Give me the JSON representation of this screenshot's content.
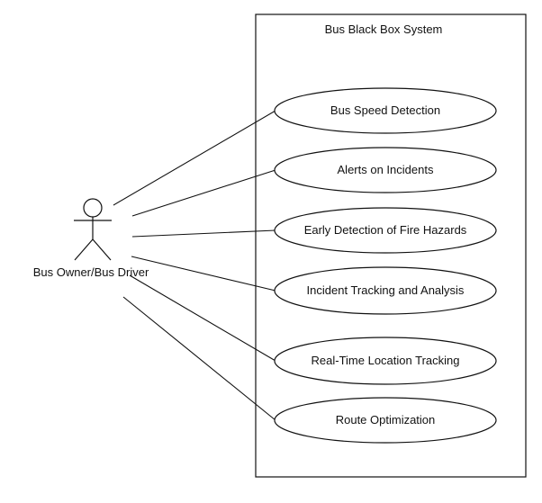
{
  "system": {
    "title": "Bus Black Box System"
  },
  "actor": {
    "name": "Bus Owner/Bus Driver"
  },
  "use_cases": [
    {
      "label": "Bus Speed Detection"
    },
    {
      "label": "Alerts on Incidents"
    },
    {
      "label": "Early Detection of Fire Hazards"
    },
    {
      "label": "Incident Tracking and Analysis"
    },
    {
      "label": "Real-Time Location Tracking"
    },
    {
      "label": "Route Optimization"
    }
  ],
  "colors": {
    "stroke": "#111111",
    "background": "#ffffff"
  }
}
